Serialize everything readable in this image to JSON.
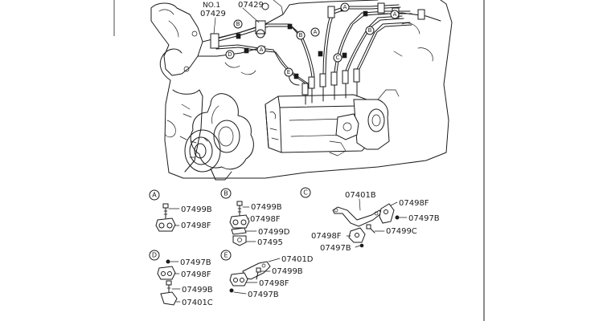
{
  "header": {
    "cylinder_label": "NO.1",
    "part_left": "07429",
    "part_right": "07429"
  },
  "callouts": {
    "a": "A",
    "b": "B",
    "c": "C",
    "d": "D",
    "e": "E"
  },
  "sections": {
    "a": {
      "letter": "A",
      "parts": [
        "07499B",
        "07498F"
      ]
    },
    "b": {
      "letter": "B",
      "parts": [
        "07499B",
        "07498F",
        "07499D",
        "07495"
      ]
    },
    "c": {
      "letter": "C",
      "parts": [
        "07401B",
        "07498F",
        "07497B",
        "07499C",
        "07498F",
        "07497B"
      ]
    },
    "d": {
      "letter": "D",
      "parts": [
        "07497B",
        "07498F",
        "07499B",
        "07401C"
      ]
    },
    "e": {
      "letter": "E",
      "parts": [
        "07401D",
        "07499B",
        "07498F",
        "07497B"
      ]
    }
  }
}
